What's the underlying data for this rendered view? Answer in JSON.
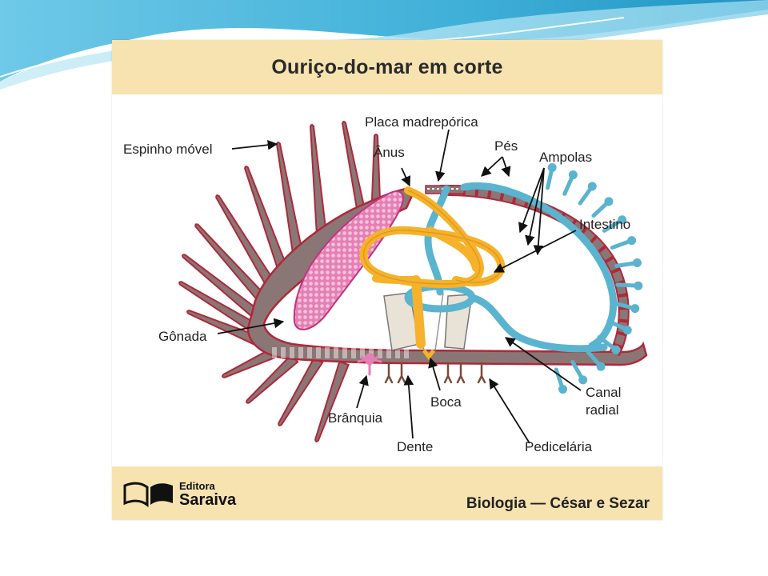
{
  "title": "Ouriço-do-mar em corte",
  "labels": {
    "espinho_movel": "Espinho móvel",
    "placa_madreporica": "Placa madrepórica",
    "anus": "Ânus",
    "pes": "Pés",
    "ampolas": "Ampolas",
    "intestino": "Intestino",
    "gonada": "Gônada",
    "canal": "Canal",
    "radial": "radial",
    "branquia": "Brânquia",
    "boca": "Boca",
    "dente": "Dente",
    "pedicelaria": "Pedicelária"
  },
  "publisher": {
    "line1": "Editora",
    "line2": "Saraiva"
  },
  "credit": "Biologia — César e Sezar",
  "colors": {
    "title_band": "#f7e3b0",
    "spine_fill": "#8a7775",
    "spine_outline": "#b0283a",
    "gonad": "#e57fb4",
    "intestine": "#f5b22a",
    "water_vascular": "#5ab4cf",
    "slide_wave": "#3fb0d8"
  }
}
